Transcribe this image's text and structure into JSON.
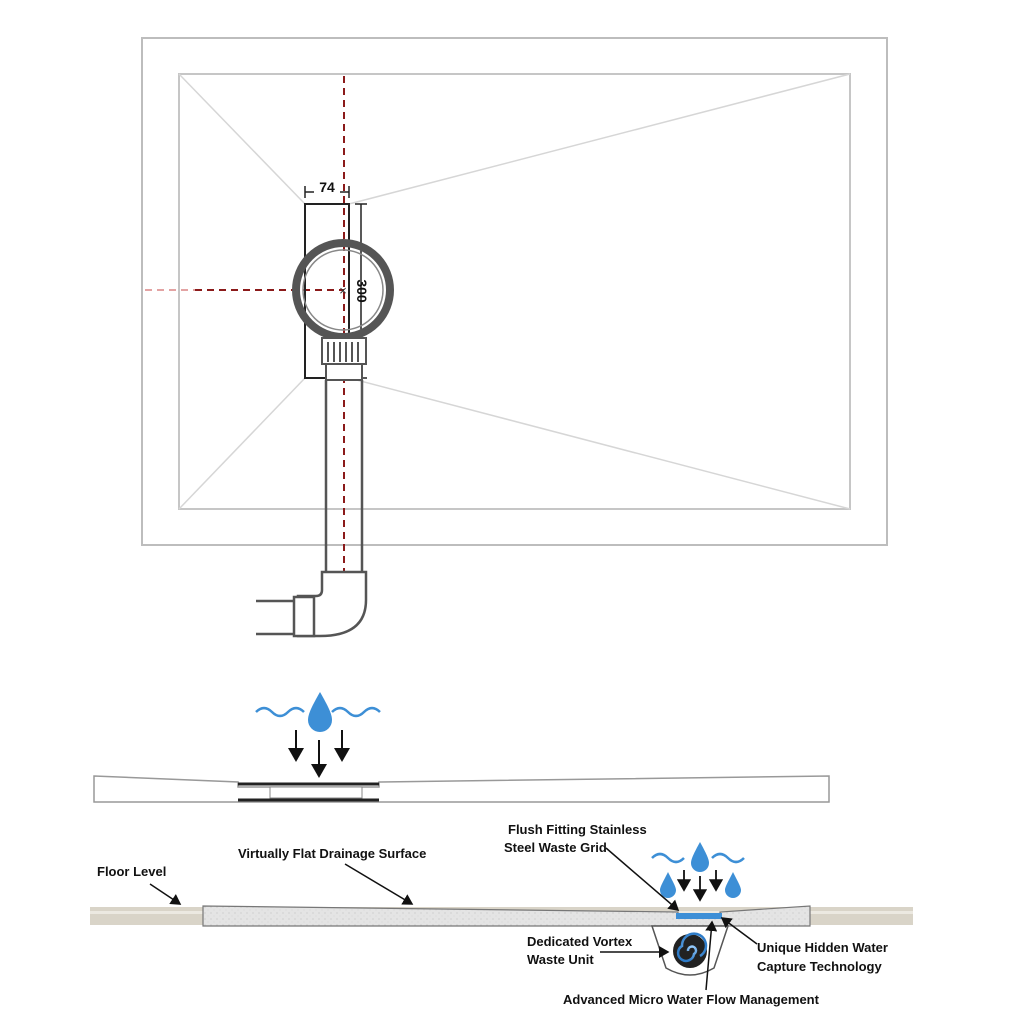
{
  "plan_view": {
    "dimension_width": "74",
    "dimension_length": "300"
  },
  "section_view": {
    "labels": {
      "floor_level": "Floor Level",
      "flat_surface": "Virtually Flat Drainage Surface",
      "waste_grid_line1": "Flush Fitting Stainless",
      "waste_grid_line2": "Steel Waste Grid",
      "vortex_line1": "Dedicated Vortex",
      "vortex_line2": "Waste Unit",
      "hidden_capture_line1": "Unique Hidden Water",
      "hidden_capture_line2": "Capture Technology",
      "micro_flow": "Advanced Micro Water Flow Management"
    }
  },
  "colors": {
    "line": "#333333",
    "light_line": "#bbbbbb",
    "dashed_red": "#8b1a1a",
    "water_blue": "#3d8fd6",
    "floor_beige": "#d9d4c8"
  }
}
